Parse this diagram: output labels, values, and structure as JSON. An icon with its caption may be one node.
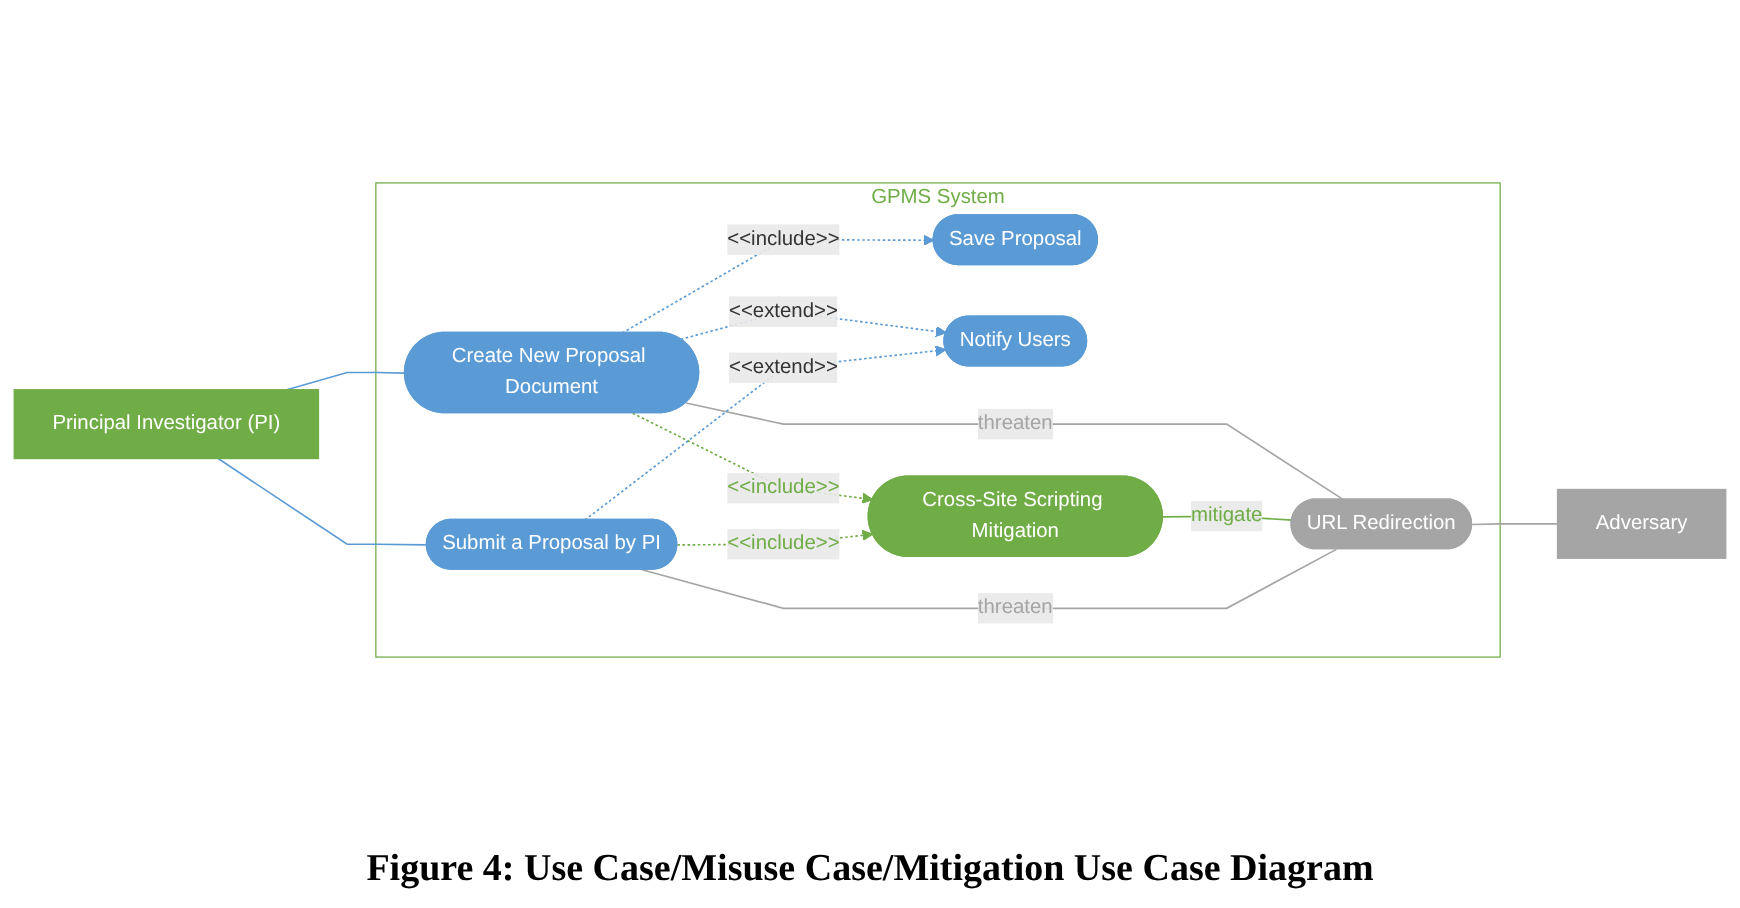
{
  "diagram": {
    "caption": "Figure 4: Use Case/Misuse Case/Mitigation Use Case Diagram",
    "nodes": [
      {
        "text": [
          "Principal Investigator (PI)"
        ]
      },
      {
        "text": [
          "GPMS System"
        ]
      },
      {
        "text": [
          "Create New Proposal Document"
        ],
        "in": 1
      },
      {
        "text": [
          "Save Proposal"
        ],
        "in": 1
      },
      {
        "text": [
          "Notify Users"
        ],
        "in": 1
      },
      {
        "text": [
          "Cross-Site Scripting Mitigation"
        ],
        "in": 1
      },
      {
        "text": [
          "URL Redirection"
        ],
        "in": 1
      },
      {
        "text": [
          "Submit a Proposal by PI"
        ],
        "in": 1
      },
      {
        "text": [
          "Adversary"
        ]
      }
    ],
    "edges": [
      {
        "from": 0,
        "to": 2,
        "arrow": "none"
      },
      {
        "from": 0,
        "to": 7,
        "arrow": "none"
      },
      {
        "from": 2,
        "to": 3,
        "arrow": "to",
        "label": "<<include>>",
        "style": "dashed"
      },
      {
        "from": 2,
        "to": 4,
        "arrow": "to",
        "label": "<<extend>>",
        "style": "dashed"
      },
      {
        "from": 2,
        "to": 5,
        "arrow": "to",
        "label": "<<include>>",
        "style": "dashed",
        "color": "#70ad47"
      },
      {
        "from": 2,
        "to": 6,
        "arrow": "none",
        "label": "threaten",
        "color": "#a5a5a5"
      },
      {
        "from": 7,
        "to": 4,
        "arrow": "to",
        "label": "<<extend>>",
        "style": "dashed"
      },
      {
        "from": 7,
        "to": 5,
        "arrow": "to",
        "label": "<<include>>",
        "style": "dashed",
        "color": "#70ad47"
      },
      {
        "from": 5,
        "to": 6,
        "arrow": "none",
        "label": "mitigate",
        "color": "#70ad47"
      },
      {
        "from": 7,
        "to": 6,
        "arrow": "none",
        "label": "threaten",
        "color": "#a5a5a5"
      },
      {
        "from": 6,
        "to": 8,
        "arrow": "none",
        "color": "#a5a5a5"
      }
    ]
  }
}
